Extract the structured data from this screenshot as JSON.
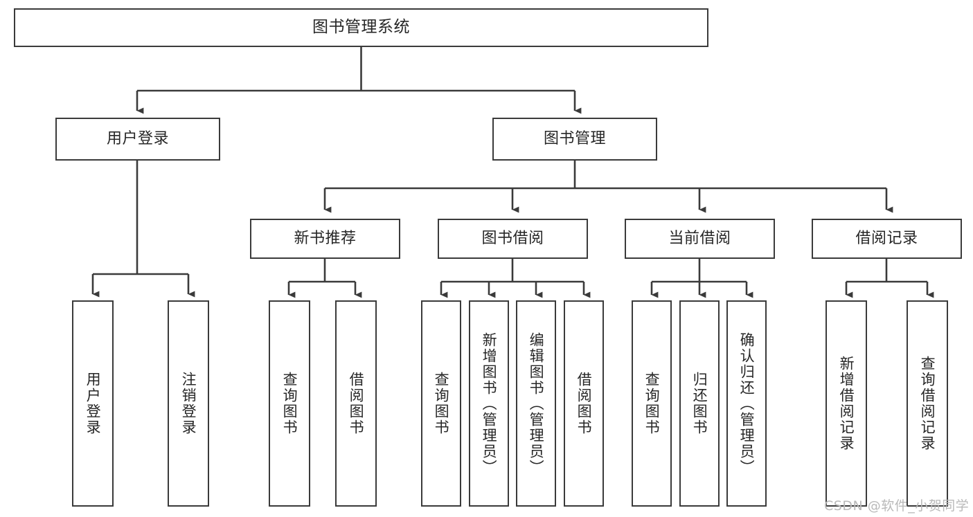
{
  "diagram": {
    "title": "图书管理系统",
    "type": "tree-hierarchy",
    "orientation": "top-down",
    "colors": {
      "box_border": "#3a3a3a",
      "box_fill": "#ffffff",
      "connector": "#3a3a3a",
      "text": "#262626",
      "watermark": "#b9b9b9",
      "background": "#ffffff"
    },
    "root": {
      "label": "图书管理系统"
    },
    "level2": [
      {
        "label": "用户登录"
      },
      {
        "label": "图书管理"
      }
    ],
    "level3": [
      {
        "label": "新书推荐"
      },
      {
        "label": "图书借阅"
      },
      {
        "label": "当前借阅"
      },
      {
        "label": "借阅记录"
      }
    ],
    "leaves": {
      "user_login": [
        {
          "label": "用户登录"
        },
        {
          "label": "注销登录"
        }
      ],
      "new_book_recommend": [
        {
          "label": "查询图书"
        },
        {
          "label": "借阅图书"
        }
      ],
      "book_borrow": [
        {
          "label": "查询图书"
        },
        {
          "label": "新增图书（管理员）"
        },
        {
          "label": "编辑图书（管理员）"
        },
        {
          "label": "借阅图书"
        }
      ],
      "current_borrow": [
        {
          "label": "查询图书"
        },
        {
          "label": "归还图书"
        },
        {
          "label": "确认归还（管理员）"
        }
      ],
      "borrow_record": [
        {
          "label": "新增借阅记录"
        },
        {
          "label": "查询借阅记录"
        }
      ]
    }
  },
  "watermark": {
    "text": "CSDN @软件_小贺同学"
  }
}
